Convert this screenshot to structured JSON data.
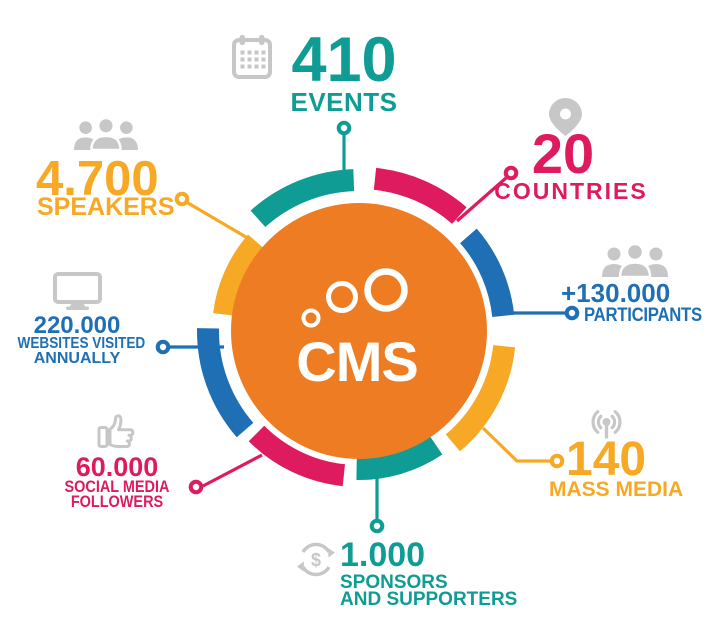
{
  "title": "CMS statistics infographic",
  "center": {
    "label": "CMS"
  },
  "colors": {
    "teal": "#0e9c94",
    "pink": "#dd1b5e",
    "blue": "#1f6fb5",
    "amber": "#f7a825",
    "center_orange": "#ee7c23",
    "icon_gray": "#c7c7c7",
    "white": "#ffffff"
  },
  "icons": {
    "dollar_glyph": "$"
  },
  "stats": [
    {
      "id": "events",
      "value": "410",
      "label1": "EVENTS",
      "label2": "",
      "color": "teal",
      "icon": "calendar-icon"
    },
    {
      "id": "countries",
      "value": "20",
      "label1": "COUNTRIES",
      "label2": "",
      "color": "pink",
      "icon": "map-pin-icon"
    },
    {
      "id": "participants",
      "value": "+130.000",
      "label1": "PARTICIPANTS",
      "label2": "",
      "color": "blue",
      "icon": "people-icon"
    },
    {
      "id": "mass-media",
      "value": "140",
      "label1": "MASS MEDIA",
      "label2": "",
      "color": "amber",
      "icon": "broadcast-icon"
    },
    {
      "id": "sponsors",
      "value": "1.000",
      "label1": "SPONSORS",
      "label2": "AND SUPPORTERS",
      "color": "teal",
      "icon": "dollar-cycle-icon"
    },
    {
      "id": "followers",
      "value": "60.000",
      "label1": "SOCIAL MEDIA",
      "label2": "FOLLOWERS",
      "color": "pink",
      "icon": "thumbs-up-icon"
    },
    {
      "id": "websites",
      "value": "220.000",
      "label1": "WEBSITES VISITED",
      "label2": "ANNUALLY",
      "color": "blue",
      "icon": "monitor-icon"
    },
    {
      "id": "speakers",
      "value": "4.700",
      "label1": "SPEAKERS",
      "label2": "",
      "color": "amber",
      "icon": "people-icon"
    }
  ],
  "chart_data": {
    "type": "table",
    "title": "CMS",
    "columns": [
      "Metric",
      "Value"
    ],
    "rows": [
      [
        "EVENTS",
        "410"
      ],
      [
        "COUNTRIES",
        "20"
      ],
      [
        "PARTICIPANTS",
        "+130.000"
      ],
      [
        "MASS MEDIA",
        "140"
      ],
      [
        "SPONSORS AND SUPPORTERS",
        "1.000"
      ],
      [
        "SOCIAL MEDIA FOLLOWERS",
        "60.000"
      ],
      [
        "WEBSITES VISITED ANNUALLY",
        "220.000"
      ],
      [
        "SPEAKERS",
        "4.700"
      ]
    ]
  }
}
